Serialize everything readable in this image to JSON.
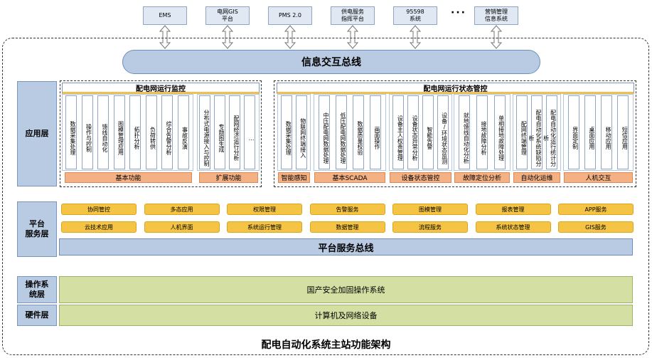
{
  "top_systems": [
    "EMS",
    "电网GIS\n平台",
    "PMS 2.0",
    "供电服务\n指挥平台",
    "95598\n系统",
    "营销管理\n信息系统"
  ],
  "top_dots": "···",
  "info_bus": "信息交互总线",
  "layers": {
    "app": "应用层",
    "platform": "平台\n服务层",
    "os": "操作系\n统层",
    "hw": "硬件层"
  },
  "monitor": {
    "title": "配电网运行监控",
    "basic_items": [
      "数据采集处理",
      "操作与控制",
      "馈线自动化",
      "图模管理应用",
      "拓扑分析",
      "负荷转供",
      "综合告警分析",
      "事故反演"
    ],
    "ext_items": [
      "分布式电源接入与控制",
      "专题图生成",
      "配网经济运行分析",
      "…"
    ],
    "basic_label": "基本功能",
    "ext_label": "扩展功能"
  },
  "status": {
    "title": "配电网运行状态管控",
    "groups": [
      {
        "label": "智能感知",
        "items": [
          "数据采集处理",
          "物联网终端接入"
        ]
      },
      {
        "label": "基本SCADA",
        "items": [
          "中压配电网数据处理",
          "低压配电网数据处理",
          "数据质量校验",
          "画面操作"
        ]
      },
      {
        "label": "设备状态管控",
        "items": [
          "设备主人权责管理",
          "设备状态异常分析",
          "智能告警",
          "设备/环境状态监测"
        ]
      },
      {
        "label": "故障定位分析",
        "items": [
          "就地馈线自动化分析",
          "接地故障分析",
          "单相接地故障处理"
        ]
      },
      {
        "label": "自动化运维",
        "items": [
          "配网终端管理",
          "配电自动化系统缺陷分析",
          "配电自动化运行统计分析"
        ]
      },
      {
        "label": "人机交互",
        "items": [
          "界面定制",
          "桌面应用",
          "移动应用",
          "短信应用"
        ]
      }
    ]
  },
  "platform_rows": [
    [
      "协同管控",
      "多态应用",
      "权限管理",
      "告警服务",
      "图模管理",
      "报表管理",
      "APP服务"
    ],
    [
      "云技术应用",
      "人机界面",
      "系统运行管理",
      "数据管理",
      "流程服务",
      "系统状态管理",
      "GIS服务"
    ]
  ],
  "platform_bus": "平台服务总线",
  "os_text": "国产安全加固操作系统",
  "hw_text": "计算机及网络设备",
  "caption": "配电自动化系统主站功能架构"
}
